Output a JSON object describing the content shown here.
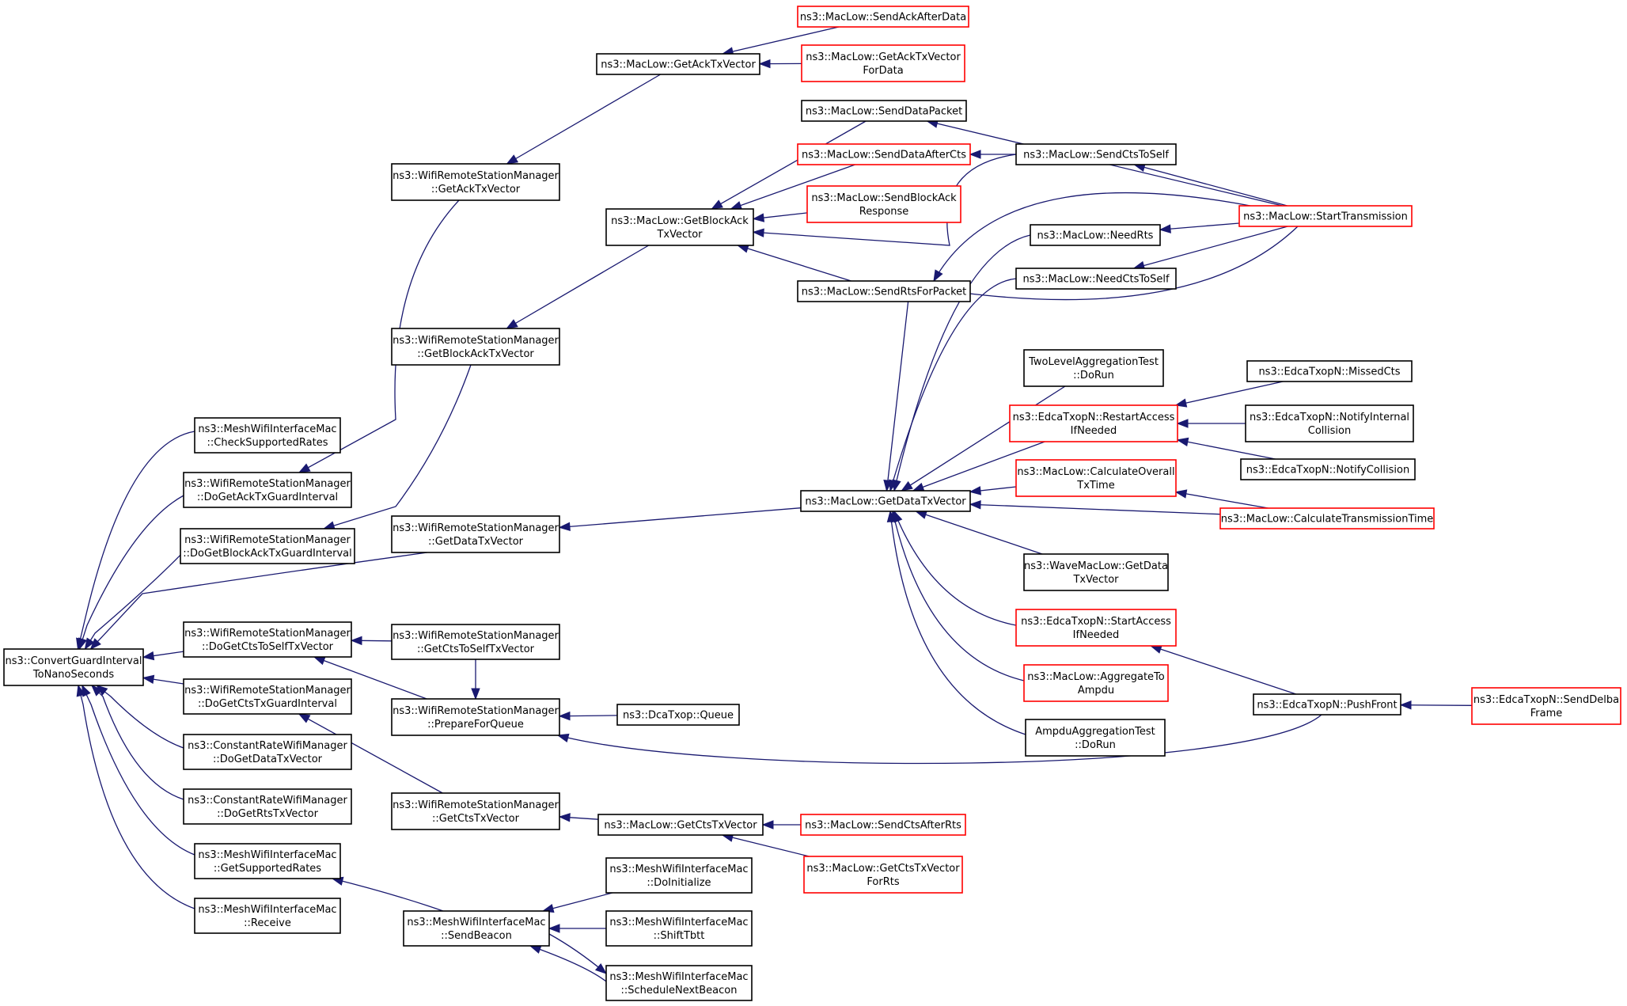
{
  "colors": {
    "edge": "#191970",
    "normal_border": "#000000",
    "truncated_border": "#ff0000",
    "focus_fill": "#bfbfbf",
    "focus_border": "#000000"
  },
  "nodes": {
    "root": {
      "lines": [
        "ns3::ConvertGuardInterval",
        "ToNanoSeconds"
      ],
      "style": "focus"
    },
    "mesh_check": {
      "lines": [
        "ns3::MeshWifiInterfaceMac",
        "::CheckSupportedRates"
      ],
      "style": "normal"
    },
    "dogetack": {
      "lines": [
        "ns3::WifiRemoteStationManager",
        "::DoGetAckTxGuardInterval"
      ],
      "style": "normal"
    },
    "dogetblockack": {
      "lines": [
        "ns3::WifiRemoteStationManager",
        "::DoGetBlockAckTxGuardInterval"
      ],
      "style": "normal"
    },
    "dogetctstoself": {
      "lines": [
        "ns3::WifiRemoteStationManager",
        "::DoGetCtsToSelfTxVector"
      ],
      "style": "normal"
    },
    "dogetctsguard": {
      "lines": [
        "ns3::WifiRemoteStationManager",
        "::DoGetCtsTxGuardInterval"
      ],
      "style": "normal"
    },
    "crwm_data": {
      "lines": [
        "ns3::ConstantRateWifiManager",
        "::DoGetDataTxVector"
      ],
      "style": "normal"
    },
    "crwm_rts": {
      "lines": [
        "ns3::ConstantRateWifiManager",
        "::DoGetRtsTxVector"
      ],
      "style": "normal"
    },
    "mesh_getsupported": {
      "lines": [
        "ns3::MeshWifiInterfaceMac",
        "::GetSupportedRates"
      ],
      "style": "normal"
    },
    "mesh_receive": {
      "lines": [
        "ns3::MeshWifiInterfaceMac",
        "::Receive"
      ],
      "style": "normal"
    },
    "wrsm_getack": {
      "lines": [
        "ns3::WifiRemoteStationManager",
        "::GetAckTxVector"
      ],
      "style": "normal"
    },
    "wrsm_getblockack": {
      "lines": [
        "ns3::WifiRemoteStationManager",
        "::GetBlockAckTxVector"
      ],
      "style": "normal"
    },
    "wrsm_getdata": {
      "lines": [
        "ns3::WifiRemoteStationManager",
        "::GetDataTxVector"
      ],
      "style": "normal"
    },
    "wrsm_getctstoself": {
      "lines": [
        "ns3::WifiRemoteStationManager",
        "::GetCtsToSelfTxVector"
      ],
      "style": "normal"
    },
    "wrsm_prepare": {
      "lines": [
        "ns3::WifiRemoteStationManager",
        "::PrepareForQueue"
      ],
      "style": "normal"
    },
    "wrsm_getcts": {
      "lines": [
        "ns3::WifiRemoteStationManager",
        "::GetCtsTxVector"
      ],
      "style": "normal"
    },
    "mesh_sendbeacon": {
      "lines": [
        "ns3::MeshWifiInterfaceMac",
        "::SendBeacon"
      ],
      "style": "normal"
    },
    "maclow_getack": {
      "lines": [
        "ns3::MacLow::GetAckTxVector"
      ],
      "style": "normal"
    },
    "maclow_sendackafterdata": {
      "lines": [
        "ns3::MacLow::SendAckAfterData"
      ],
      "style": "truncated"
    },
    "maclow_getackfordata": {
      "lines": [
        "ns3::MacLow::GetAckTxVector",
        "ForData"
      ],
      "style": "truncated"
    },
    "maclow_getblockack": {
      "lines": [
        "ns3::MacLow::GetBlockAck",
        "TxVector"
      ],
      "style": "normal"
    },
    "maclow_senddatapacket": {
      "lines": [
        "ns3::MacLow::SendDataPacket"
      ],
      "style": "normal"
    },
    "maclow_senddataaftercts": {
      "lines": [
        "ns3::MacLow::SendDataAfterCts"
      ],
      "style": "truncated"
    },
    "maclow_sendblockackresp": {
      "lines": [
        "ns3::MacLow::SendBlockAck",
        "Response"
      ],
      "style": "truncated"
    },
    "maclow_sendrtsforpacket": {
      "lines": [
        "ns3::MacLow::SendRtsForPacket"
      ],
      "style": "normal"
    },
    "maclow_sendctstoself": {
      "lines": [
        "ns3::MacLow::SendCtsToSelf"
      ],
      "style": "normal"
    },
    "maclow_starttx": {
      "lines": [
        "ns3::MacLow::StartTransmission"
      ],
      "style": "truncated"
    },
    "maclow_needrts": {
      "lines": [
        "ns3::MacLow::NeedRts"
      ],
      "style": "normal"
    },
    "maclow_needctstoself": {
      "lines": [
        "ns3::MacLow::NeedCtsToSelf"
      ],
      "style": "normal"
    },
    "maclow_getdata": {
      "lines": [
        "ns3::MacLow::GetDataTxVector"
      ],
      "style": "normal"
    },
    "twolevel": {
      "lines": [
        "TwoLevelAggregationTest",
        "::DoRun"
      ],
      "style": "normal"
    },
    "edca_restart": {
      "lines": [
        "ns3::EdcaTxopN::RestartAccess",
        "IfNeeded"
      ],
      "style": "truncated"
    },
    "edca_missedcts": {
      "lines": [
        "ns3::EdcaTxopN::MissedCts"
      ],
      "style": "normal"
    },
    "edca_notifyinternal": {
      "lines": [
        "ns3::EdcaTxopN::NotifyInternal",
        "Collision"
      ],
      "style": "normal"
    },
    "edca_notifycollision": {
      "lines": [
        "ns3::EdcaTxopN::NotifyCollision"
      ],
      "style": "normal"
    },
    "maclow_calcoverall": {
      "lines": [
        "ns3::MacLow::CalculateOverall",
        "TxTime"
      ],
      "style": "truncated"
    },
    "maclow_calctranstime": {
      "lines": [
        "ns3::MacLow::CalculateTransmissionTime"
      ],
      "style": "truncated"
    },
    "wavemaclow": {
      "lines": [
        "ns3::WaveMacLow::GetData",
        "TxVector"
      ],
      "style": "normal"
    },
    "edca_startaccess": {
      "lines": [
        "ns3::EdcaTxopN::StartAccess",
        "IfNeeded"
      ],
      "style": "truncated"
    },
    "maclow_aggregate": {
      "lines": [
        "ns3::MacLow::AggregateTo",
        "Ampdu"
      ],
      "style": "truncated"
    },
    "ampduaggtest": {
      "lines": [
        "AmpduAggregationTest",
        "::DoRun"
      ],
      "style": "normal"
    },
    "edca_pushfront": {
      "lines": [
        "ns3::EdcaTxopN::PushFront"
      ],
      "style": "normal"
    },
    "edca_senddelba": {
      "lines": [
        "ns3::EdcaTxopN::SendDelba",
        "Frame"
      ],
      "style": "truncated"
    },
    "dcatxop_queue": {
      "lines": [
        "ns3::DcaTxop::Queue"
      ],
      "style": "normal"
    },
    "maclow_getcts": {
      "lines": [
        "ns3::MacLow::GetCtsTxVector"
      ],
      "style": "normal"
    },
    "maclow_sendctsafterrts": {
      "lines": [
        "ns3::MacLow::SendCtsAfterRts"
      ],
      "style": "truncated"
    },
    "maclow_getctsforrts": {
      "lines": [
        "ns3::MacLow::GetCtsTxVector",
        "ForRts"
      ],
      "style": "truncated"
    },
    "mesh_doinit": {
      "lines": [
        "ns3::MeshWifiInterfaceMac",
        "::DoInitialize"
      ],
      "style": "normal"
    },
    "mesh_shifttbtt": {
      "lines": [
        "ns3::MeshWifiInterfaceMac",
        "::ShiftTbtt"
      ],
      "style": "normal"
    },
    "mesh_schedulenext": {
      "lines": [
        "ns3::MeshWifiInterfaceMac",
        "::ScheduleNextBeacon"
      ],
      "style": "normal"
    }
  },
  "edges": [
    [
      "mesh_check",
      "root"
    ],
    [
      "dogetack",
      "root"
    ],
    [
      "dogetblockack",
      "root"
    ],
    [
      "wrsm_getdata",
      "root"
    ],
    [
      "dogetctstoself",
      "root"
    ],
    [
      "dogetctsguard",
      "root"
    ],
    [
      "crwm_data",
      "root"
    ],
    [
      "crwm_rts",
      "root"
    ],
    [
      "mesh_getsupported",
      "root"
    ],
    [
      "mesh_receive",
      "root"
    ],
    [
      "wrsm_getack",
      "dogetack"
    ],
    [
      "wrsm_getblockack",
      "dogetblockack"
    ],
    [
      "wrsm_getctstoself",
      "dogetctstoself"
    ],
    [
      "wrsm_prepare",
      "dogetctstoself"
    ],
    [
      "wrsm_getcts",
      "dogetctsguard"
    ],
    [
      "mesh_sendbeacon",
      "mesh_getsupported"
    ],
    [
      "maclow_getack",
      "wrsm_getack"
    ],
    [
      "maclow_sendackafterdata",
      "maclow_getack"
    ],
    [
      "maclow_getackfordata",
      "maclow_getack"
    ],
    [
      "maclow_getblockack",
      "wrsm_getblockack"
    ],
    [
      "maclow_senddatapacket",
      "maclow_getblockack"
    ],
    [
      "maclow_senddataaftercts",
      "maclow_getblockack"
    ],
    [
      "maclow_sendblockackresp",
      "maclow_getblockack"
    ],
    [
      "maclow_sendctstoself",
      "maclow_getblockack"
    ],
    [
      "maclow_sendrtsforpacket",
      "maclow_getblockack"
    ],
    [
      "maclow_starttx",
      "maclow_senddatapacket"
    ],
    [
      "maclow_sendctstoself",
      "maclow_senddataaftercts"
    ],
    [
      "maclow_starttx",
      "maclow_sendctstoself"
    ],
    [
      "maclow_starttx",
      "maclow_sendrtsforpacket"
    ],
    [
      "maclow_starttx",
      "maclow_needrts"
    ],
    [
      "maclow_starttx",
      "maclow_needctstoself"
    ],
    [
      "maclow_getdata",
      "wrsm_getdata"
    ],
    [
      "maclow_needrts",
      "maclow_getdata"
    ],
    [
      "maclow_needctstoself",
      "maclow_getdata"
    ],
    [
      "maclow_starttx",
      "maclow_getdata"
    ],
    [
      "twolevel",
      "maclow_getdata"
    ],
    [
      "edca_restart",
      "maclow_getdata"
    ],
    [
      "maclow_calcoverall",
      "maclow_getdata"
    ],
    [
      "maclow_calctranstime",
      "maclow_getdata"
    ],
    [
      "wavemaclow",
      "maclow_getdata"
    ],
    [
      "edca_startaccess",
      "maclow_getdata"
    ],
    [
      "maclow_aggregate",
      "maclow_getdata"
    ],
    [
      "ampduaggtest",
      "maclow_getdata"
    ],
    [
      "edca_missedcts",
      "edca_restart"
    ],
    [
      "edca_notifyinternal",
      "edca_restart"
    ],
    [
      "edca_notifycollision",
      "edca_restart"
    ],
    [
      "maclow_calctranstime",
      "maclow_calcoverall"
    ],
    [
      "edca_pushfront",
      "edca_startaccess"
    ],
    [
      "edca_senddelba",
      "edca_pushfront"
    ],
    [
      "wrsm_getctstoself",
      "wrsm_prepare"
    ],
    [
      "dcatxop_queue",
      "wrsm_prepare"
    ],
    [
      "edca_pushfront",
      "wrsm_prepare"
    ],
    [
      "maclow_getcts",
      "wrsm_getcts"
    ],
    [
      "maclow_sendctsafterrts",
      "maclow_getcts"
    ],
    [
      "maclow_getctsforrts",
      "maclow_getcts"
    ],
    [
      "mesh_doinit",
      "mesh_sendbeacon"
    ],
    [
      "mesh_shifttbtt",
      "mesh_sendbeacon"
    ],
    [
      "mesh_schedulenext",
      "mesh_sendbeacon"
    ],
    [
      "mesh_sendbeacon",
      "mesh_schedulenext"
    ]
  ]
}
